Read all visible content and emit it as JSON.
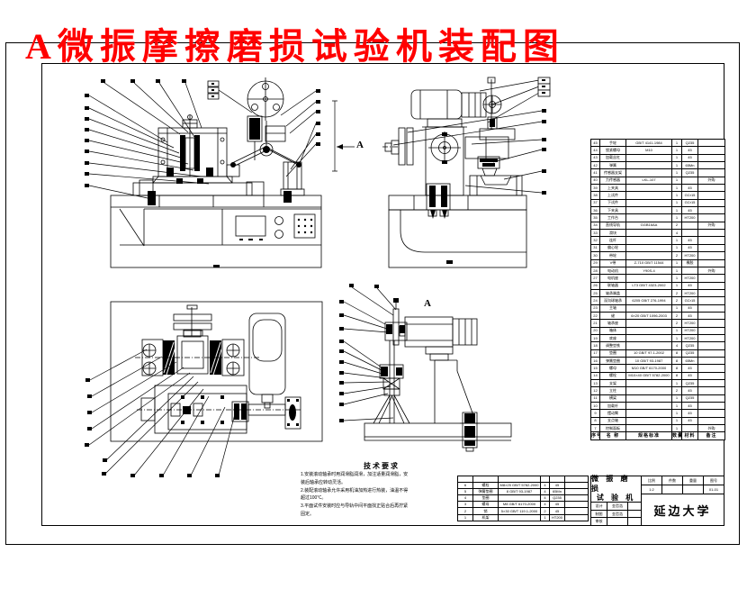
{
  "title": "A微振摩擦磨损试验机装配图",
  "view_labels": {
    "section_a_left": "A",
    "section_a_bottom": "A"
  },
  "tech_requirements": {
    "heading": "技术要求",
    "items": [
      "1.安装滚动轴承时用润滑脂润滑，加注适量润滑脂，安装后轴承应转动灵活。",
      "2.装配滚动轴承允许采用机油加热进行热装，油温不得超过100℃。",
      "3.平面试件安装时应与导轨中间平面找正贴合后再拧紧固定。"
    ]
  },
  "bom": {
    "headers": [
      "序号",
      "名 称",
      "规格标准",
      "数量",
      "材料",
      "备注"
    ],
    "right_rows": [
      [
        "45",
        "手轮",
        "GB/T 4141-1984",
        "1",
        "Q235",
        ""
      ],
      [
        "44",
        "锁紧螺母",
        "M10",
        "1",
        "45",
        ""
      ],
      [
        "43",
        "加载丝杠",
        "",
        "1",
        "45",
        ""
      ],
      [
        "42",
        "弹簧",
        "",
        "1",
        "65Mn",
        ""
      ],
      [
        "41",
        "传感器支架",
        "",
        "1",
        "Q235",
        ""
      ],
      [
        "40",
        "力传感器",
        "LKL-107",
        "1",
        "",
        "外购"
      ],
      [
        "39",
        "上夹具",
        "",
        "1",
        "45",
        ""
      ],
      [
        "38",
        "上试件",
        "",
        "1",
        "GCr15",
        ""
      ],
      [
        "37",
        "下试件",
        "",
        "1",
        "GCr15",
        ""
      ],
      [
        "36",
        "下夹具",
        "",
        "1",
        "45",
        ""
      ],
      [
        "35",
        "工作台",
        "",
        "1",
        "HT200",
        ""
      ],
      [
        "34",
        "直线导轨",
        "GGB16AA",
        "2",
        "",
        "外购"
      ],
      [
        "33",
        "滑块",
        "",
        "4",
        "",
        ""
      ],
      [
        "32",
        "连杆",
        "",
        "1",
        "45",
        ""
      ],
      [
        "31",
        "偏心轮",
        "",
        "1",
        "45",
        ""
      ],
      [
        "30",
        "带轮",
        "",
        "2",
        "HT200",
        ""
      ],
      [
        "29",
        "V带",
        "Z-710 GB/T 11544",
        "1",
        "橡胶",
        ""
      ],
      [
        "28",
        "电动机",
        "Y90S-4",
        "1",
        "",
        "外购"
      ],
      [
        "27",
        "电机座",
        "",
        "1",
        "HT200",
        ""
      ],
      [
        "26",
        "联轴器",
        "LT3 GB/T 4323-2002",
        "1",
        "45",
        ""
      ],
      [
        "25",
        "轴承端盖",
        "",
        "2",
        "HT200",
        ""
      ],
      [
        "24",
        "深沟球轴承",
        "6205 GB/T 276-1994",
        "2",
        "GCr15",
        ""
      ],
      [
        "23",
        "主轴",
        "",
        "1",
        "45",
        ""
      ],
      [
        "22",
        "键",
        "6×20 GB/T 1096-2003",
        "2",
        "45",
        ""
      ],
      [
        "21",
        "轴承座",
        "",
        "2",
        "HT200",
        ""
      ],
      [
        "20",
        "箱体",
        "",
        "1",
        "HT200",
        ""
      ],
      [
        "19",
        "底座",
        "",
        "1",
        "HT200",
        ""
      ],
      [
        "18",
        "调整垫铁",
        "",
        "4",
        "Q235",
        ""
      ],
      [
        "17",
        "垫圈",
        "10 GB/T 97.1-2002",
        "8",
        "Q235",
        ""
      ],
      [
        "16",
        "弹簧垫圈",
        "10 GB/T 93-1987",
        "8",
        "65Mn",
        ""
      ],
      [
        "15",
        "螺母",
        "M10 GB/T 6170-2000",
        "8",
        "45",
        ""
      ],
      [
        "14",
        "螺栓",
        "M10×40 GB/T 5782-2000",
        "8",
        "45",
        ""
      ],
      [
        "13",
        "支架",
        "",
        "1",
        "Q235",
        ""
      ],
      [
        "12",
        "立柱",
        "",
        "2",
        "45",
        ""
      ],
      [
        "11",
        "横梁",
        "",
        "1",
        "Q235",
        ""
      ],
      [
        "10",
        "加载杆",
        "",
        "1",
        "45",
        ""
      ],
      [
        "9",
        "摆动臂",
        "",
        "1",
        "45",
        ""
      ],
      [
        "8",
        "支点轴",
        "",
        "1",
        "45",
        ""
      ],
      [
        "7",
        "控制面板",
        "",
        "1",
        "",
        "外购"
      ]
    ],
    "bottom_rows": [
      [
        "",
        "",
        "",
        "",
        "",
        ""
      ],
      [
        "6",
        "螺栓",
        "M8×25 GB/T 5782-2000",
        "4",
        "45",
        ""
      ],
      [
        "5",
        "弹簧垫圈",
        "8 GB/T 93-1987",
        "4",
        "65Mn",
        ""
      ],
      [
        "4",
        "垫圈",
        "",
        "4",
        "Q235",
        ""
      ],
      [
        "3",
        "螺母",
        "M8 GB/T 6170-2000",
        "4",
        "45",
        ""
      ],
      [
        "2",
        "销",
        "5×30 GB/T 119.1-2000",
        "2",
        "45",
        ""
      ],
      [
        "1",
        "机架",
        "",
        "1",
        "HT200",
        ""
      ]
    ]
  },
  "title_block": {
    "product_line1": "微 振 磨 损",
    "product_line2": "试 验 机",
    "sign_rows": [
      {
        "label": "设计",
        "value": "金哲浩",
        "extra": ""
      },
      {
        "label": "制图",
        "value": "金哲浩",
        "extra": ""
      },
      {
        "label": "审核",
        "value": "",
        "extra": ""
      }
    ],
    "info_headers": [
      "比例",
      "件数",
      "重量",
      "图号"
    ],
    "info_values": [
      "1:2",
      "",
      "",
      "01-01"
    ],
    "university": "延边大学"
  }
}
